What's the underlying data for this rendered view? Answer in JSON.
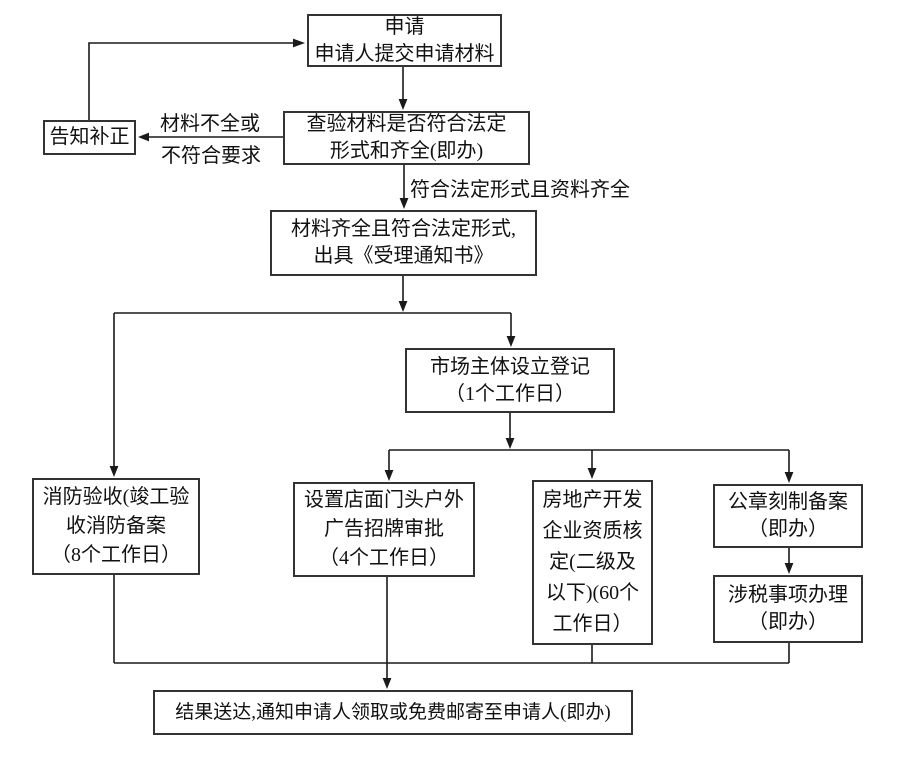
{
  "diagram": {
    "type": "flowchart",
    "boxes": {
      "apply": {
        "lines": [
          "申请",
          "申请人提交申请材料"
        ]
      },
      "notify": {
        "lines": [
          "告知补正"
        ]
      },
      "check": {
        "lines": [
          "查验材料是否符合法定",
          "形式和齐全(即办)"
        ]
      },
      "accept": {
        "lines": [
          "材料齐全且符合法定形式,",
          "出具《受理通知书》"
        ]
      },
      "market": {
        "lines": [
          "市场主体设立登记",
          "（1个工作日）"
        ]
      },
      "fire": {
        "lines": [
          "消防验收(竣工验",
          "收消防备案",
          "（8个工作日）"
        ]
      },
      "sign": {
        "lines": [
          "设置店面门头户外",
          "广告招牌审批",
          "（4个工作日）"
        ]
      },
      "estate": {
        "lines": [
          "房地产开发",
          "企业资质核",
          "定(二级及",
          "以下)(60个",
          "工作日）"
        ]
      },
      "seal": {
        "lines": [
          "公章刻制备案",
          "（即办）"
        ]
      },
      "tax": {
        "lines": [
          "涉税事项办理",
          "（即办）"
        ]
      },
      "result": {
        "lines": [
          "结果送达,通知申请人领取或免费邮寄至申请人(即办)"
        ]
      }
    },
    "edge_labels": {
      "incomplete_line1": "材料不全或",
      "incomplete_line2": "不符合要求",
      "qualified": "符合法定形式且资料齐全"
    },
    "colors": {
      "background": "#ffffff",
      "line": "#1a1a1a",
      "box_border": "#333333",
      "text": "#111111"
    }
  }
}
